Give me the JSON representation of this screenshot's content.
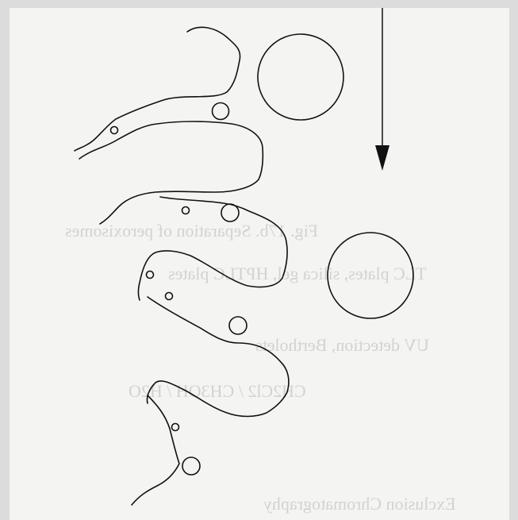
{
  "scene": {
    "background_color": "#dcdcdc",
    "paper_color": "#f4f4f2",
    "ink_color": "#111111"
  },
  "show_through_text": {
    "line_1": "Fig. 17b. Separation of peroxisomes",
    "line_2": "TLC plates, silica gel, HPTLC plates",
    "line_3": "UV detection, Bertholets",
    "line_4": "CH2Cl2 / CH3OH / H2O",
    "line_5": "Exclusion Chromatography"
  },
  "diagram": {
    "description_elements": [
      "porous-gel-bead-walls",
      "large-molecule-circles",
      "medium-molecule-circles",
      "small-molecule-circles",
      "flow-direction-arrow"
    ]
  }
}
